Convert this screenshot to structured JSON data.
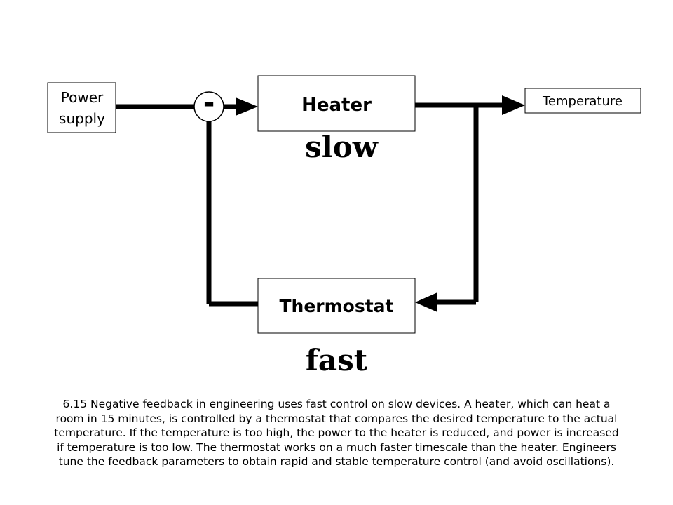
{
  "diagram": {
    "power_supply_line1": "Power",
    "power_supply_line2": "supply",
    "heater": "Heater",
    "temperature": "Temperature",
    "thermostat": "Thermostat",
    "comparator_sign": "-",
    "heater_speed": "slow",
    "thermostat_speed": "fast"
  },
  "caption": "6.15 Negative feedback in engineering uses fast control on slow devices. A heater, which can heat a room in 15 minutes, is controlled by a thermostat that compares the desired temperature to the actual temperature. If the temperature is too high, the power to the heater is reduced, and power is increased if temperature is too low. The thermostat works on a much faster timescale than the heater. Engineers tune the feedback parameters to obtain rapid and stable temperature control (and avoid oscillations)."
}
